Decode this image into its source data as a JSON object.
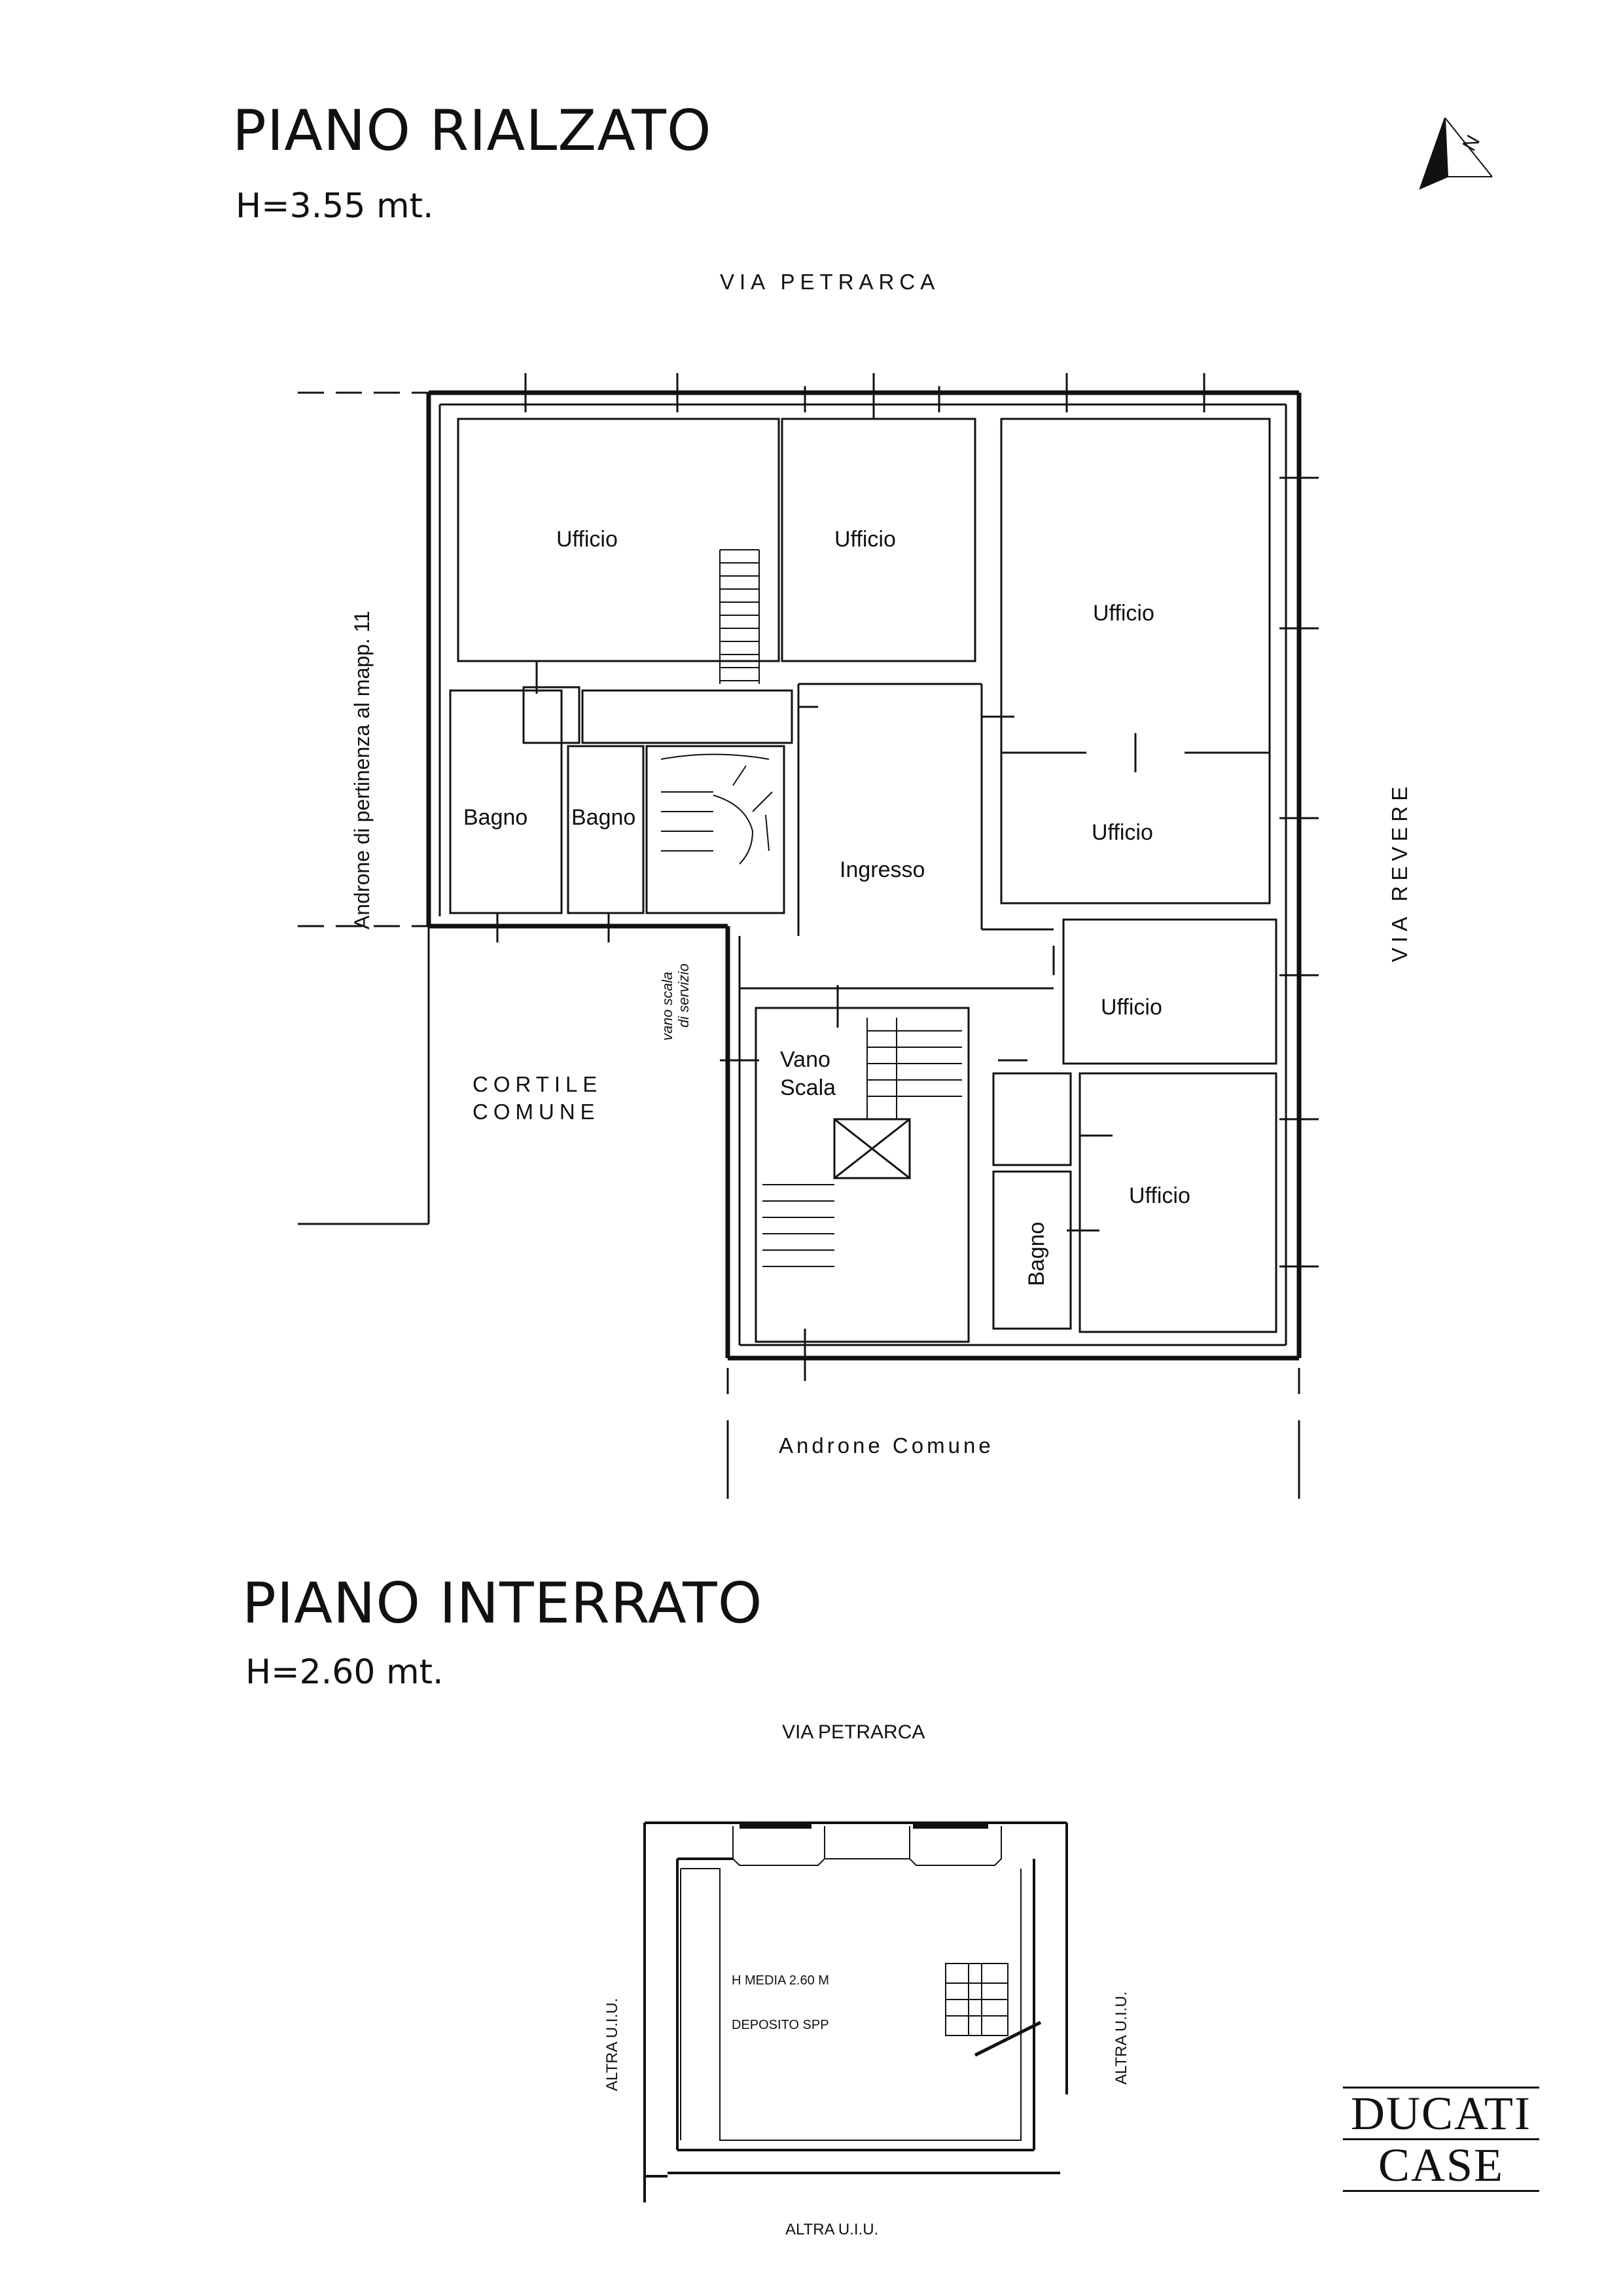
{
  "upper": {
    "title": "PIANO RIALZATO",
    "height": "H=3.55 mt.",
    "street_top": "VIA PETRARCA",
    "street_right": "VIA REVERE",
    "side_label": "Androne di pertinenza al mapp. 11",
    "courtyard_1": "CORTILE",
    "courtyard_2": "COMUNE",
    "service_stair_1": "vano scala",
    "service_stair_2": "di servizio",
    "common_hall": "Androne Comune",
    "rooms": {
      "ufficio_1": "Ufficio",
      "ufficio_2": "Ufficio",
      "ufficio_3": "Ufficio",
      "ufficio_4": "Ufficio",
      "ufficio_5": "Ufficio",
      "ufficio_6": "Ufficio",
      "bagno_1": "Bagno",
      "bagno_2": "Bagno",
      "bagno_3": "Bagno",
      "ingresso": "Ingresso",
      "vano_1": "Vano",
      "vano_2": "Scala"
    }
  },
  "lower": {
    "title": "PIANO INTERRATO",
    "height": "H=2.60 mt.",
    "street_top": "VIA PETRARCA",
    "left_label": "ALTRA U.I.U.",
    "right_label": "ALTRA U.I.U.",
    "bottom_label": "ALTRA U.I.U.",
    "note_1": "H MEDIA 2.60 M",
    "note_2": "DEPOSITO SPP"
  },
  "logo": {
    "line_1": "DUCATI",
    "line_2": "CASE"
  },
  "north_marker": "N"
}
